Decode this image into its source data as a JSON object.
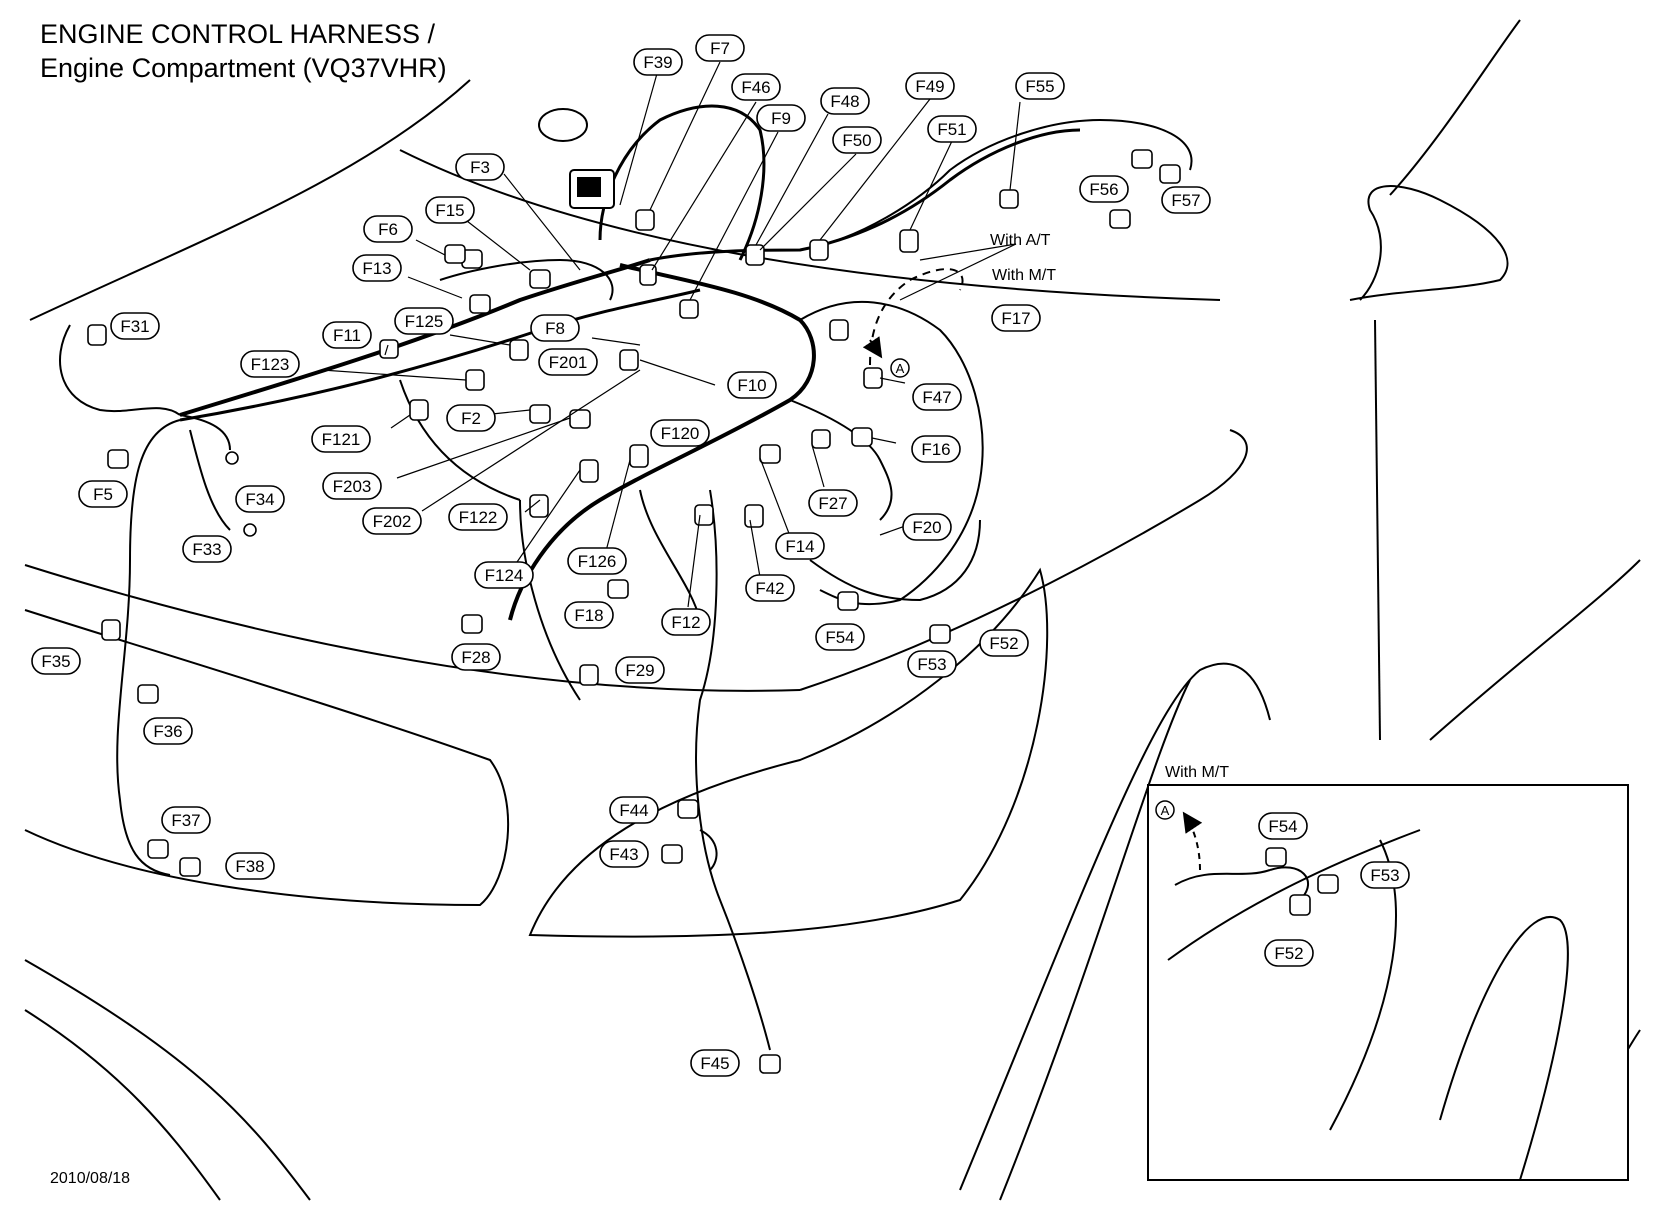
{
  "title": {
    "line1": "ENGINE CONTROL HARNESS /",
    "line2": "Engine Compartment (VQ37VHR)"
  },
  "date": "2010/08/18",
  "variant_notes": {
    "with_at": "With A/T",
    "with_mt": "With M/T",
    "ref_marker": "A"
  },
  "connectors": [
    {
      "id": "f39",
      "label": "F39"
    },
    {
      "id": "f7",
      "label": "F7"
    },
    {
      "id": "f46",
      "label": "F46"
    },
    {
      "id": "f49",
      "label": "F49"
    },
    {
      "id": "f55",
      "label": "F55"
    },
    {
      "id": "f48",
      "label": "F48"
    },
    {
      "id": "f9",
      "label": "F9"
    },
    {
      "id": "f50",
      "label": "F50"
    },
    {
      "id": "f51",
      "label": "F51"
    },
    {
      "id": "f3",
      "label": "F3"
    },
    {
      "id": "f56",
      "label": "F56"
    },
    {
      "id": "f57",
      "label": "F57"
    },
    {
      "id": "f15",
      "label": "F15"
    },
    {
      "id": "f6",
      "label": "F6"
    },
    {
      "id": "f13",
      "label": "F13"
    },
    {
      "id": "f17",
      "label": "F17"
    },
    {
      "id": "f125",
      "label": "F125"
    },
    {
      "id": "f31",
      "label": "F31"
    },
    {
      "id": "f11",
      "label": "F11"
    },
    {
      "id": "f8",
      "label": "F8"
    },
    {
      "id": "f201",
      "label": "F201"
    },
    {
      "id": "f123",
      "label": "F123"
    },
    {
      "id": "f10",
      "label": "F10"
    },
    {
      "id": "f47",
      "label": "F47"
    },
    {
      "id": "f2",
      "label": "F2"
    },
    {
      "id": "f121",
      "label": "F121"
    },
    {
      "id": "f120",
      "label": "F120"
    },
    {
      "id": "f16",
      "label": "F16"
    },
    {
      "id": "f203",
      "label": "F203"
    },
    {
      "id": "f5",
      "label": "F5"
    },
    {
      "id": "f34",
      "label": "F34"
    },
    {
      "id": "f27",
      "label": "F27"
    },
    {
      "id": "f202",
      "label": "F202"
    },
    {
      "id": "f122",
      "label": "F122"
    },
    {
      "id": "f20",
      "label": "F20"
    },
    {
      "id": "f33",
      "label": "F33"
    },
    {
      "id": "f14",
      "label": "F14"
    },
    {
      "id": "f126",
      "label": "F126"
    },
    {
      "id": "f124",
      "label": "F124"
    },
    {
      "id": "f42",
      "label": "F42"
    },
    {
      "id": "f18",
      "label": "F18"
    },
    {
      "id": "f12",
      "label": "F12"
    },
    {
      "id": "f54",
      "label": "F54"
    },
    {
      "id": "f52",
      "label": "F52"
    },
    {
      "id": "f35",
      "label": "F35"
    },
    {
      "id": "f28",
      "label": "F28"
    },
    {
      "id": "f53",
      "label": "F53"
    },
    {
      "id": "f29",
      "label": "F29"
    },
    {
      "id": "f36",
      "label": "F36"
    },
    {
      "id": "f44",
      "label": "F44"
    },
    {
      "id": "f37",
      "label": "F37"
    },
    {
      "id": "f43",
      "label": "F43"
    },
    {
      "id": "f38",
      "label": "F38"
    },
    {
      "id": "f45",
      "label": "F45"
    }
  ],
  "inset": {
    "title": "With M/T",
    "ref_marker": "A",
    "connectors": [
      {
        "id": "f54",
        "label": "F54"
      },
      {
        "id": "f53",
        "label": "F53"
      },
      {
        "id": "f52",
        "label": "F52"
      }
    ]
  }
}
